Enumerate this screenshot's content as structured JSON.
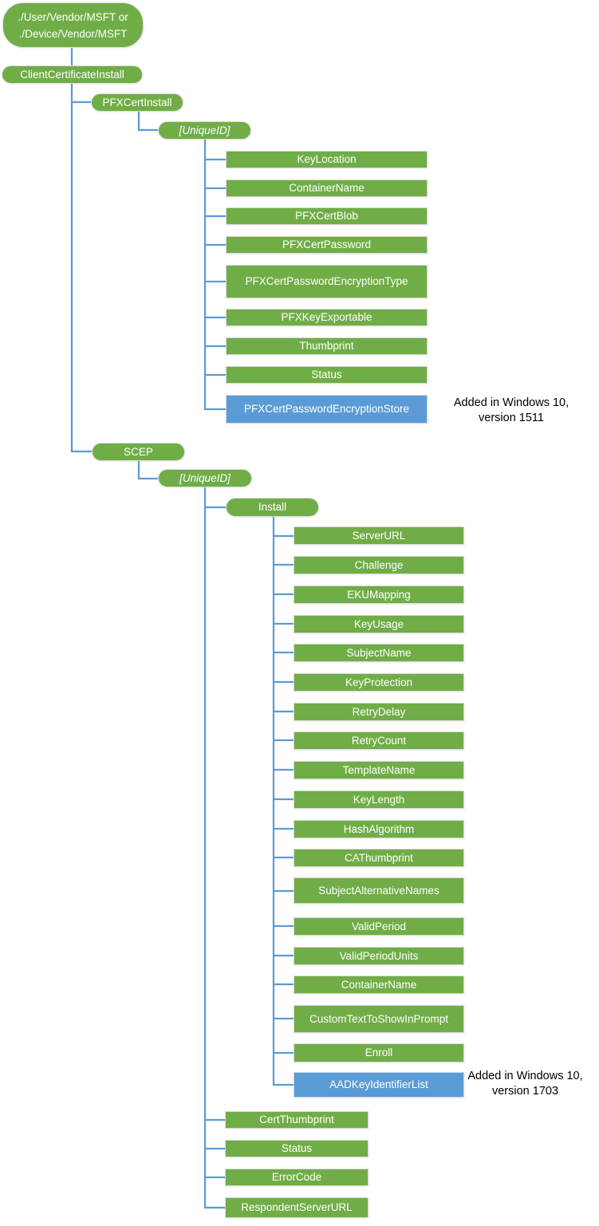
{
  "colors": {
    "node_green": "#70AD47",
    "node_blue": "#5B9BD5",
    "connector": "#5B9BD5",
    "node_text": "#FFFFFF",
    "annotation_text": "#000000"
  },
  "tree": {
    "root": {
      "line1": "./User/Vendor/MSFT or",
      "line2": "./Device/Vendor/MSFT"
    },
    "client_certificate_install": {
      "label": "ClientCertificateInstall",
      "pfx_cert_install": {
        "label": "PFXCertInstall",
        "unique_id": {
          "label": "[UniqueID]",
          "children": [
            "KeyLocation",
            "ContainerName",
            "PFXCertBlob",
            "PFXCertPassword",
            "PFXCertPasswordEncryptionType",
            "PFXKeyExportable",
            "Thumbprint",
            "Status"
          ],
          "added_node": {
            "label": "PFXCertPasswordEncryptionStore",
            "annotation_line1": "Added in Windows 10,",
            "annotation_line2": "version 1511"
          }
        }
      },
      "scep": {
        "label": "SCEP",
        "unique_id": {
          "label": "[UniqueID]",
          "install": {
            "label": "Install",
            "children": [
              "ServerURL",
              "Challenge",
              "EKUMapping",
              "KeyUsage",
              "SubjectName",
              "KeyProtection",
              "RetryDelay",
              "RetryCount",
              "TemplateName",
              "KeyLength",
              "HashAlgorithm",
              "CAThumbprint",
              "SubjectAlternativeNames",
              "ValidPeriod",
              "ValidPeriodUnits",
              "ContainerName",
              "CustomTextToShowInPrompt",
              "Enroll"
            ],
            "added_node": {
              "label": "AADKeyIdentifierList",
              "annotation_line1": "Added in Windows 10,",
              "annotation_line2": "version 1703"
            }
          },
          "children": [
            "CertThumbprint",
            "Status",
            "ErrorCode",
            "RespondentServerURL"
          ]
        }
      }
    }
  }
}
